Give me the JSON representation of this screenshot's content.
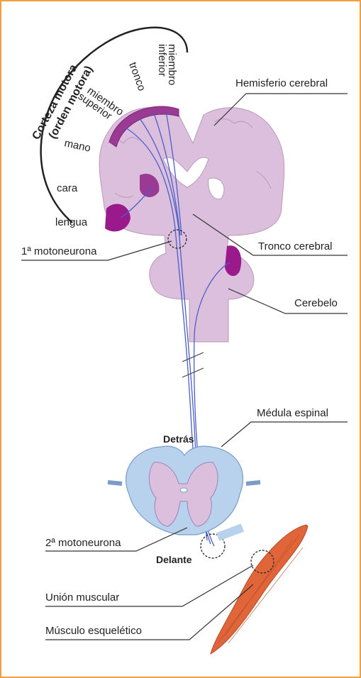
{
  "title": {
    "line1": "Corteza motora",
    "line2": "(orden motora)"
  },
  "cortex_regions": {
    "lower_limb_1": "miembro",
    "lower_limb_2": "inferior",
    "trunk": "tronco",
    "upper_limb_1": "miembro",
    "upper_limb_2": "superior",
    "hand": "mano",
    "face": "cara",
    "tongue": "lengua"
  },
  "labels": {
    "hemisphere": "Hemisferio cerebral",
    "brainstem": "Tronco cerebral",
    "first_motoneuron": "1ª motoneurona",
    "cerebellum": "Cerebelo",
    "spinal_cord": "Médula espinal",
    "back": "Detrás",
    "second_motoneuron": "2ª motoneurona",
    "front": "Delante",
    "muscle_junction": "Unión muscular",
    "skeletal_muscle": "Músculo esquelético"
  },
  "colors": {
    "border": "#f0a040",
    "brain": "#dcbedd",
    "cortex_dark": "#9a3a94",
    "pathway": "#4a5fc8",
    "spinal_outer": "#b8d2ee",
    "muscle": "#e0663a"
  }
}
